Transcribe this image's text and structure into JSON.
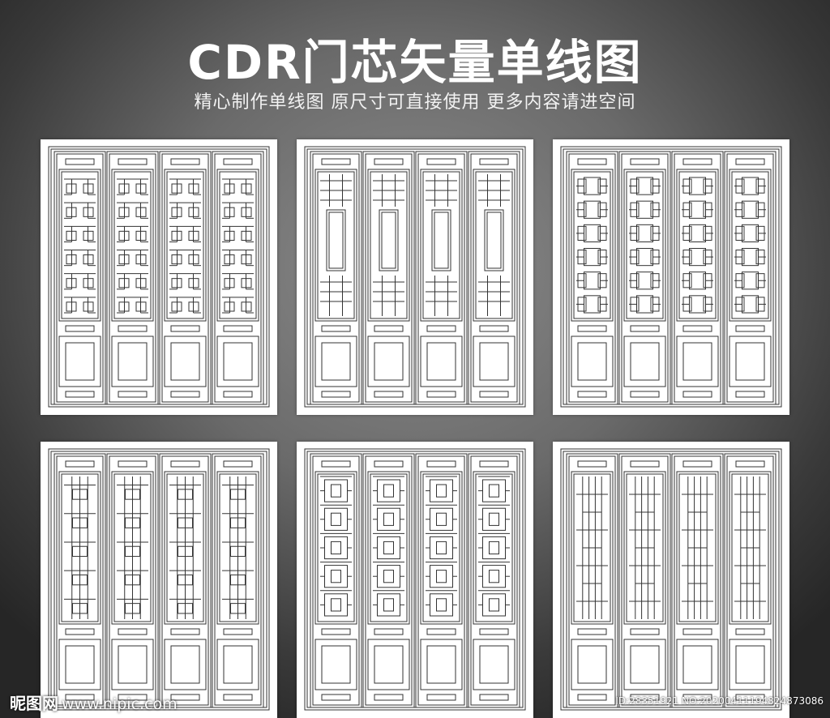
{
  "header": {
    "title": "CDR门芯矢量单线图",
    "subtitle": "精心制作单线图 原尺寸可直接使用 更多内容请进空间"
  },
  "panels": [
    {
      "pattern": "geometric-t"
    },
    {
      "pattern": "open-window"
    },
    {
      "pattern": "scroll-key"
    },
    {
      "pattern": "cross-lattice"
    },
    {
      "pattern": "stepped-cross"
    },
    {
      "pattern": "vertical-bars"
    }
  ],
  "watermark": {
    "brand": "昵图网",
    "site": "www.nipic.com",
    "id_text": "ID:28351921 NO:20200411194824873086"
  },
  "colors": {
    "line": "#333333",
    "panel_bg": "#ffffff"
  }
}
